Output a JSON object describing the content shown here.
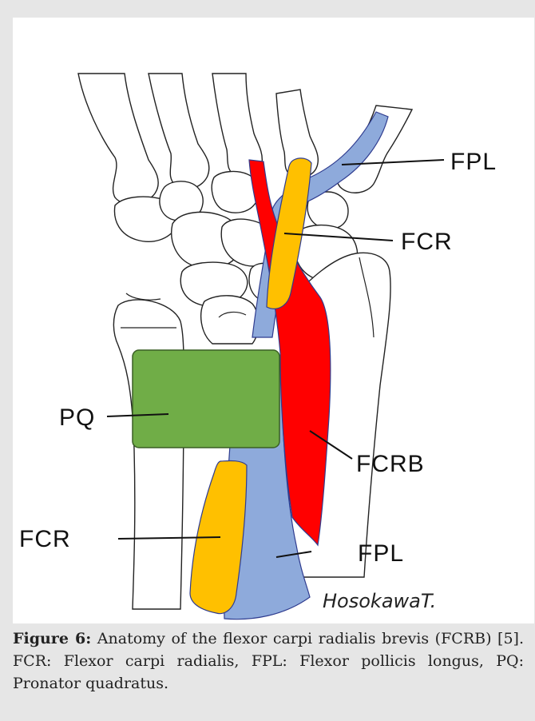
{
  "figure": {
    "labels": {
      "fpl_top": "FPL",
      "fcr_top": "FCR",
      "pq": "PQ",
      "fcrb": "FCRB",
      "fcr_bottom": "FCR",
      "fpl_bottom": "FPL"
    },
    "signature": "HosokawaT.",
    "colors": {
      "fcr": "#ffc000",
      "fpl": "#8eaadb",
      "fcrb": "#ff0000",
      "pq": "#70ad47",
      "outline": "#2f3c8f"
    }
  },
  "caption": {
    "figure_label": "Figure 6:",
    "text": " Anatomy of the flexor carpi radialis brevis (FCRB) [5]. FCR: Flexor carpi radialis, FPL: Flexor pollicis longus, PQ: Pronator quadratus."
  }
}
